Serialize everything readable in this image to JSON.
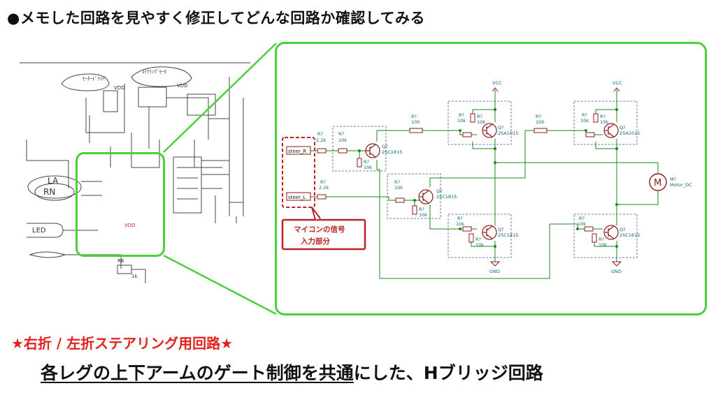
{
  "heading": "●メモした回路を見やすく修正してどんな回路か確認してみる",
  "sketch": {
    "labels": [
      "ﾓｰﾀｰﾄﾞﾗｲﾊﾞ",
      "ｽﾃｱﾘﾝｸﾞﾓｰﾀ",
      "VDD",
      "VDD",
      "LA",
      "RN",
      "LED",
      "R6",
      "1k",
      "VDD"
    ]
  },
  "schematic": {
    "input_r": "steer_R",
    "input_l": "steer_L",
    "callout_line1": "マイコンの信号",
    "callout_line2": "入力部分",
    "vcc1": "VCC",
    "vcc2": "VCC",
    "gnd1": "GND",
    "gnd2": "GND",
    "r_in_r": "R?",
    "r_in_r_val": "2.2k",
    "r_in_l": "R?",
    "r_in_l_val": "2.2k",
    "r_a_ref": "R?",
    "r_a_val": "10k",
    "r_a2_ref": "R?",
    "r_a2_val": "10k",
    "q_a_ref": "Q?",
    "q_a_val": "2SC1815",
    "r_b_ref": "R?",
    "r_b_val": "10k",
    "r_b2_ref": "R?",
    "r_b2_val": "10k",
    "q_b_ref": "Q?",
    "q_b_val": "2SC1815",
    "r100_1_ref": "R?",
    "r100_1_val": "100",
    "r100_2_ref": "R?",
    "r100_2_val": "100",
    "q_hl_ref": "Q?",
    "q_hl_val": "2SA1015",
    "q_hr_ref": "Q?",
    "q_hr_val": "2SA1015",
    "q_ll_ref": "Q?",
    "q_ll_val": "2SC1815",
    "q_lr_ref": "Q?",
    "q_lr_val": "2SC1815",
    "rk10": "10k",
    "rq": "R?",
    "motor_ref": "M?",
    "motor_val": "Motor_DC",
    "motor_symbol": "M"
  },
  "red_title": "★右折 / 左折ステアリング用回路★",
  "summary_underlined": "各レグの上下アームのゲート制御を共通",
  "summary_rest": "にした、Hブリッジ回路"
}
